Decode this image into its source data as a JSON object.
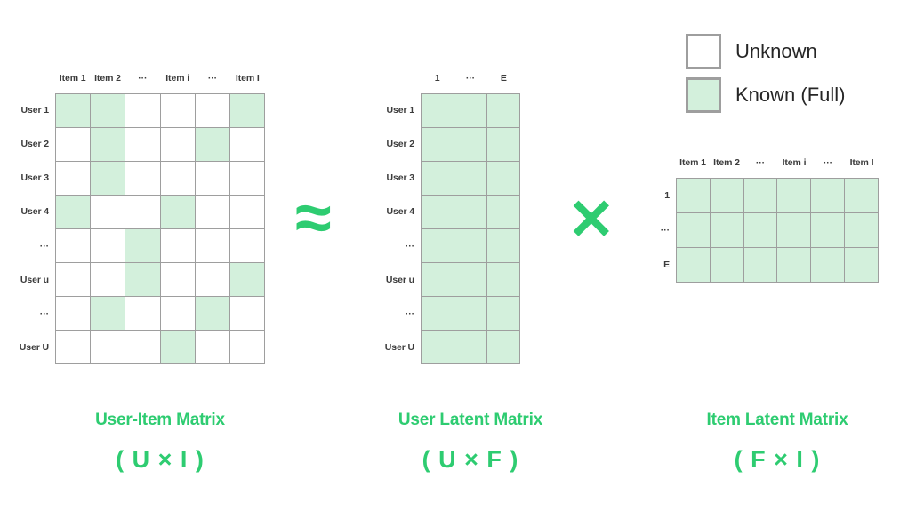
{
  "legend": {
    "items": [
      {
        "label": "Unknown",
        "state": "unknown"
      },
      {
        "label": "Known (Full)",
        "state": "known"
      }
    ]
  },
  "operators": {
    "approx": "≈",
    "times": "✕"
  },
  "colors": {
    "known_fill": "#d3f0dc",
    "unknown_fill": "#ffffff",
    "grid_line": "#9e9e9e",
    "accent_green": "#2ecc71",
    "label_text": "#3c3c3c"
  },
  "matrices": [
    {
      "id": "user-item-matrix",
      "caption_title": "User-Item Matrix",
      "caption_dims": "( U × I )",
      "col_headers": [
        "Item 1",
        "Item 2",
        "···",
        "Item i",
        "···",
        "Item I"
      ],
      "row_headers": [
        "User 1",
        "User 2",
        "User 3",
        "User 4",
        "···",
        "User u",
        "···",
        "User U"
      ],
      "rows": 8,
      "cols": 6,
      "cells": [
        [
          1,
          1,
          0,
          0,
          0,
          1
        ],
        [
          0,
          1,
          0,
          0,
          1,
          0
        ],
        [
          0,
          1,
          0,
          0,
          0,
          0
        ],
        [
          1,
          0,
          0,
          1,
          0,
          0
        ],
        [
          0,
          0,
          1,
          0,
          0,
          0
        ],
        [
          0,
          0,
          1,
          0,
          0,
          1
        ],
        [
          0,
          1,
          0,
          0,
          1,
          0
        ],
        [
          0,
          0,
          0,
          1,
          0,
          0
        ]
      ]
    },
    {
      "id": "user-latent-matrix",
      "caption_title": "User Latent Matrix",
      "caption_dims": "( U × F )",
      "col_headers": [
        "1",
        "···",
        "E"
      ],
      "row_headers": [
        "User 1",
        "User 2",
        "User 3",
        "User 4",
        "···",
        "User u",
        "···",
        "User U"
      ],
      "rows": 8,
      "cols": 3,
      "cells": [
        [
          1,
          1,
          1
        ],
        [
          1,
          1,
          1
        ],
        [
          1,
          1,
          1
        ],
        [
          1,
          1,
          1
        ],
        [
          1,
          1,
          1
        ],
        [
          1,
          1,
          1
        ],
        [
          1,
          1,
          1
        ],
        [
          1,
          1,
          1
        ]
      ]
    },
    {
      "id": "item-latent-matrix",
      "caption_title": "Item Latent Matrix",
      "caption_dims": "( F × I )",
      "col_headers": [
        "Item 1",
        "Item 2",
        "···",
        "Item i",
        "···",
        "Item I"
      ],
      "row_headers": [
        "1",
        "···",
        "E"
      ],
      "rows": 3,
      "cols": 6,
      "cells": [
        [
          1,
          1,
          1,
          1,
          1,
          1
        ],
        [
          1,
          1,
          1,
          1,
          1,
          1
        ],
        [
          1,
          1,
          1,
          1,
          1,
          1
        ]
      ]
    }
  ]
}
